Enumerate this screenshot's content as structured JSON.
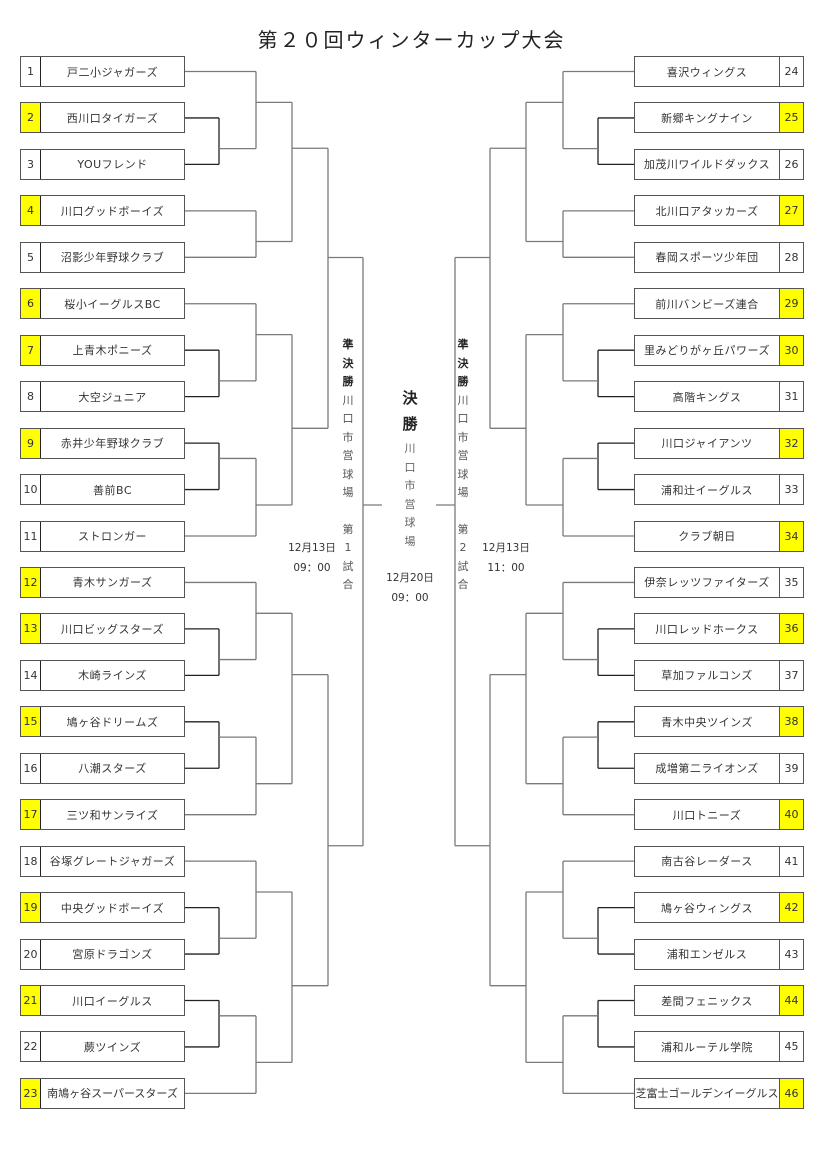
{
  "title": "第２０回ウィンターカップ大会",
  "colors": {
    "seed": "#ffff00",
    "line": "#7a7a7a",
    "line_dark": "#222222"
  },
  "left_teams": [
    {
      "no": "1",
      "name": "戸二小ジャガーズ",
      "seed": false
    },
    {
      "no": "2",
      "name": "西川口タイガーズ",
      "seed": true
    },
    {
      "no": "3",
      "name": "YOUフレンド",
      "seed": false
    },
    {
      "no": "4",
      "name": "川口グッドボーイズ",
      "seed": true
    },
    {
      "no": "5",
      "name": "沼影少年野球クラブ",
      "seed": false
    },
    {
      "no": "6",
      "name": "桜小イーグルスBC",
      "seed": true
    },
    {
      "no": "7",
      "name": "上青木ポニーズ",
      "seed": true
    },
    {
      "no": "8",
      "name": "大空ジュニア",
      "seed": false
    },
    {
      "no": "9",
      "name": "赤井少年野球クラブ",
      "seed": true
    },
    {
      "no": "10",
      "name": "善前BC",
      "seed": false
    },
    {
      "no": "11",
      "name": "ストロンガー",
      "seed": false
    },
    {
      "no": "12",
      "name": "青木サンガーズ",
      "seed": true
    },
    {
      "no": "13",
      "name": "川口ビッグスターズ",
      "seed": true
    },
    {
      "no": "14",
      "name": "木崎ラインズ",
      "seed": false
    },
    {
      "no": "15",
      "name": "鳩ヶ谷ドリームズ",
      "seed": true
    },
    {
      "no": "16",
      "name": "八潮スターズ",
      "seed": false
    },
    {
      "no": "17",
      "name": "三ツ和サンライズ",
      "seed": true
    },
    {
      "no": "18",
      "name": "谷塚グレートジャガーズ",
      "seed": false
    },
    {
      "no": "19",
      "name": "中央グッドボーイズ",
      "seed": true
    },
    {
      "no": "20",
      "name": "宮原ドラゴンズ",
      "seed": false
    },
    {
      "no": "21",
      "name": "川口イーグルス",
      "seed": true
    },
    {
      "no": "22",
      "name": "蕨ツインズ",
      "seed": false
    },
    {
      "no": "23",
      "name": "南鳩ヶ谷スーパースターズ",
      "seed": true
    }
  ],
  "right_teams": [
    {
      "no": "24",
      "name": "喜沢ウィングス",
      "seed": false
    },
    {
      "no": "25",
      "name": "新郷キングナイン",
      "seed": true
    },
    {
      "no": "26",
      "name": "加茂川ワイルドダックス",
      "seed": false
    },
    {
      "no": "27",
      "name": "北川口アタッカーズ",
      "seed": true
    },
    {
      "no": "28",
      "name": "春岡スポーツ少年団",
      "seed": false
    },
    {
      "no": "29",
      "name": "前川バンビーズ連合",
      "seed": true
    },
    {
      "no": "30",
      "name": "里みどりがヶ丘パワーズ",
      "seed": true
    },
    {
      "no": "31",
      "name": "高階キングス",
      "seed": false
    },
    {
      "no": "32",
      "name": "川口ジャイアンツ",
      "seed": true
    },
    {
      "no": "33",
      "name": "浦和辻イーグルス",
      "seed": false
    },
    {
      "no": "34",
      "name": "クラブ朝日",
      "seed": true
    },
    {
      "no": "35",
      "name": "伊奈レッツファイターズ",
      "seed": false
    },
    {
      "no": "36",
      "name": "川口レッドホークス",
      "seed": true
    },
    {
      "no": "37",
      "name": "草加ファルコンズ",
      "seed": false
    },
    {
      "no": "38",
      "name": "青木中央ツインズ",
      "seed": true
    },
    {
      "no": "39",
      "name": "成増第二ライオンズ",
      "seed": false
    },
    {
      "no": "40",
      "name": "川口トニーズ",
      "seed": true
    },
    {
      "no": "41",
      "name": "南古谷レーダース",
      "seed": false
    },
    {
      "no": "42",
      "name": "鳩ヶ谷ウィングス",
      "seed": true
    },
    {
      "no": "43",
      "name": "浦和エンゼルス",
      "seed": false
    },
    {
      "no": "44",
      "name": "差間フェニックス",
      "seed": true
    },
    {
      "no": "45",
      "name": "浦和ルーテル学院",
      "seed": false
    },
    {
      "no": "46",
      "name": "芝富士ゴールデンイーグルス",
      "seed": true
    }
  ],
  "bracket_groups": [
    {
      "a": [
        1
      ],
      "b": [
        2,
        3
      ]
    },
    {
      "a": [
        4
      ],
      "b": [
        5
      ]
    }
  ],
  "semifinal_1": {
    "label": [
      "準",
      "決",
      "勝"
    ],
    "venue": [
      "川",
      "口",
      "市",
      "営",
      "球",
      "場"
    ],
    "game": [
      "第",
      "1",
      "試",
      "合"
    ],
    "date": "12月13日",
    "time": "09：00"
  },
  "semifinal_2": {
    "label": [
      "準",
      "決",
      "勝"
    ],
    "venue": [
      "川",
      "口",
      "市",
      "営",
      "球",
      "場"
    ],
    "game": [
      "第",
      "2",
      "試",
      "合"
    ],
    "date": "12月13日",
    "time": "11：00"
  },
  "final": {
    "label": [
      "決",
      "勝"
    ],
    "venue": [
      "川",
      "口",
      "市",
      "営",
      "球",
      "場"
    ],
    "date": "12月20日",
    "time": "09：00"
  }
}
